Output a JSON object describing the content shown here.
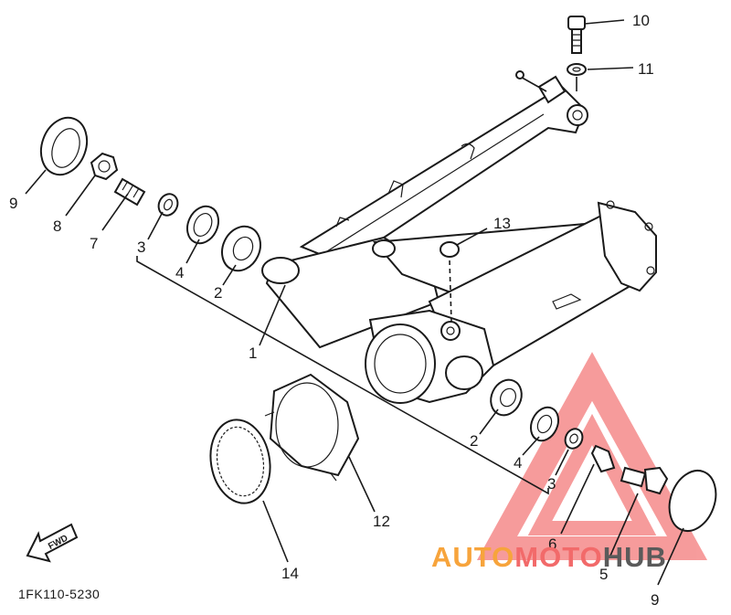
{
  "diagram": {
    "code": "1FK110-5230",
    "fwd_label": "FWD",
    "callouts": [
      {
        "id": "c9a",
        "label": "9"
      },
      {
        "id": "c8",
        "label": "8"
      },
      {
        "id": "c7",
        "label": "7"
      },
      {
        "id": "c3a",
        "label": "3"
      },
      {
        "id": "c4a",
        "label": "4"
      },
      {
        "id": "c2a",
        "label": "2"
      },
      {
        "id": "c1",
        "label": "1"
      },
      {
        "id": "c13",
        "label": "13"
      },
      {
        "id": "c10",
        "label": "10"
      },
      {
        "id": "c11",
        "label": "11"
      },
      {
        "id": "c12",
        "label": "12"
      },
      {
        "id": "c14",
        "label": "14"
      },
      {
        "id": "c2b",
        "label": "2"
      },
      {
        "id": "c4b",
        "label": "4"
      },
      {
        "id": "c3b",
        "label": "3"
      },
      {
        "id": "c6",
        "label": "6"
      },
      {
        "id": "c5",
        "label": "5"
      },
      {
        "id": "c9b",
        "label": "9"
      }
    ]
  },
  "watermark": {
    "part1": "AUTO",
    "part2": "MOTO",
    "part3": "HUB",
    "colors": {
      "auto": "#f7a43c",
      "moto": "#f26a6a",
      "hub": "#5a5a5a",
      "triangle": "#f04a4a"
    }
  }
}
